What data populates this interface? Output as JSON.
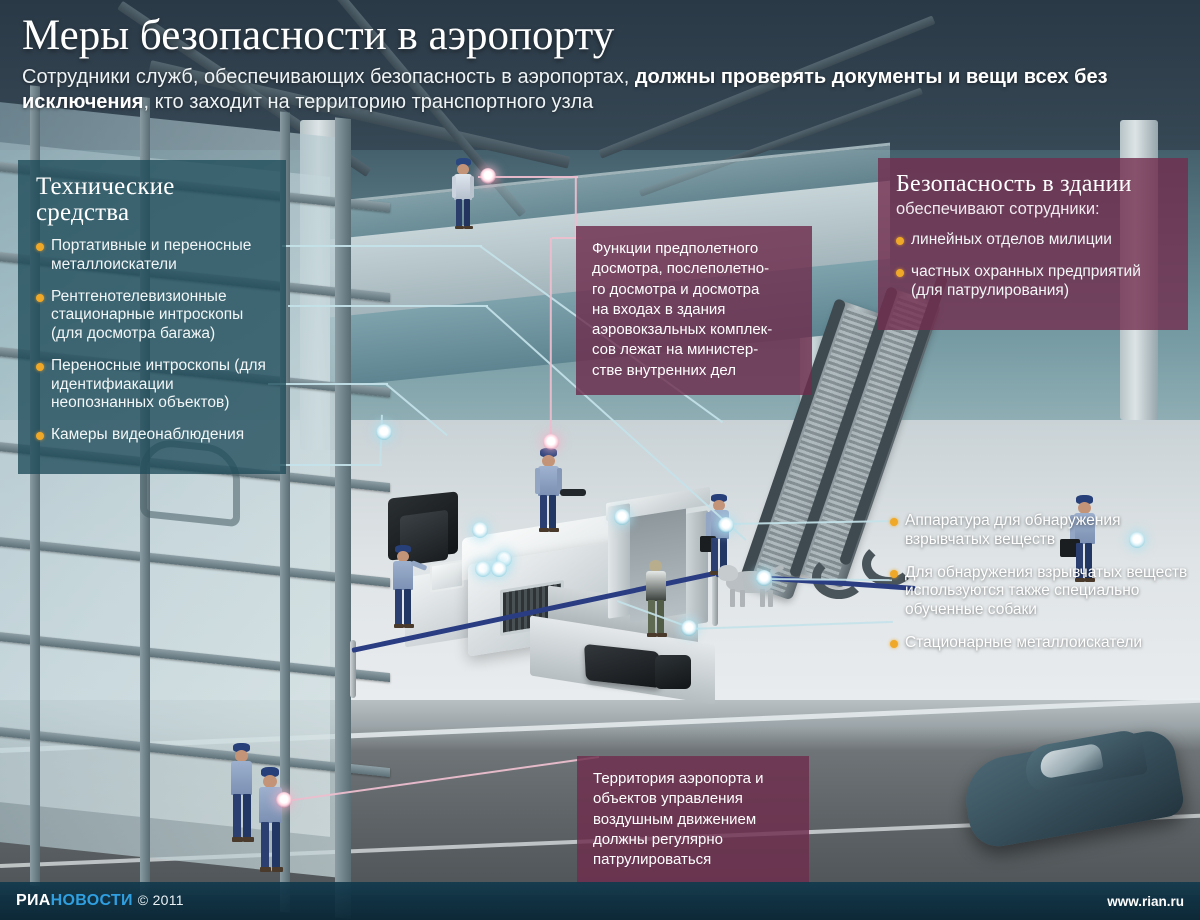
{
  "header": {
    "title": "Меры безопасности в аэропорту",
    "dek_part1": "Сотрудники служб, обеспечивающих безопасность в аэропортах, ",
    "dek_bold": "должны проверять документы и вещи всех без исключения",
    "dek_part2": ", кто заходит на территорию транспортного узла"
  },
  "left_panel": {
    "title_line1": "Технические",
    "title_line2": "средства",
    "bullets": [
      "Портативные и переносные металлоискатели",
      "Рентгенотелевизионные стационарные интроскопы (для досмотра багажа)",
      "Переносные интроскопы (для идентифиакации неопознанных объектов)",
      "Камеры видеонаблюдения"
    ]
  },
  "right_panel": {
    "title": "Безопасность в здании",
    "subtitle": "обеспечивают сотрудники:",
    "bullets": [
      "линейных отделов милиции",
      "частных охранных предприятий (для патрулирования)"
    ]
  },
  "center_callout": {
    "lines": [
      "Функции предполетного",
      "досмотра, послеполетно-",
      "го досмотра и досмотра",
      "на входах в здания",
      "аэровокзальных комплек-",
      "сов лежат на министер-",
      "стве внутренних дел"
    ]
  },
  "bottom_callout": {
    "lines": [
      "Территория аэропорта и",
      "объектов управления",
      "воздушным движением",
      "должны регулярно",
      "патрулироваться"
    ]
  },
  "right_bullets": {
    "items": [
      "Аппаратура для обнаружения взрывчатых веществ",
      "Для обнаружения взрывчатых веществ используются также специально обученные собаки",
      "Стационарные металлоискатели"
    ]
  },
  "footer": {
    "brand_ria": "РИА",
    "brand_novosti": "НОВОСТИ",
    "copyright": "© 2011",
    "site": "www.rian.ru"
  },
  "colors": {
    "teal_panel": "#1e4a58",
    "purple_panel": "#722d4e",
    "bullet_orange": "#f0a828",
    "brand_blue": "#2f9fe0",
    "leader_cyan": "#c4e2e9",
    "leader_pink": "#ecbecd"
  }
}
